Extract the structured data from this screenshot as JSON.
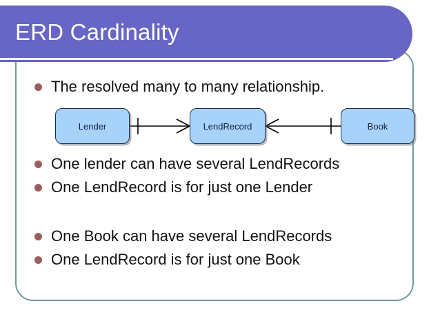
{
  "slide": {
    "title": "ERD Cardinality",
    "colors": {
      "title_bar": "#6765c6",
      "frame_border": "#6d9a9a",
      "bullet_dot": "#9a5e5e",
      "entity_fill": "#a7d3fb",
      "entity_border": "#1b2a44",
      "text": "#111111"
    },
    "bullets": [
      {
        "text": "The resolved many to many relationship."
      },
      {
        "text": "One lender can have several LendRecords"
      },
      {
        "text": "One LendRecord is for just one Lender"
      },
      {
        "text": "One Book can have several LendRecords"
      },
      {
        "text": "One LendRecord is for just one Book"
      }
    ],
    "diagram": {
      "type": "er-diagram",
      "entities": [
        {
          "label": "Lender"
        },
        {
          "label": "LendRecord"
        },
        {
          "label": "Book"
        }
      ],
      "relationships": [
        {
          "from": "Lender",
          "to": "LendRecord",
          "from_cardinality": "one",
          "to_cardinality": "many",
          "from_notation": "single-tick",
          "to_notation": "crows-foot"
        },
        {
          "from": "LendRecord",
          "to": "Book",
          "from_cardinality": "many",
          "to_cardinality": "one",
          "from_notation": "crows-foot",
          "to_notation": "single-tick"
        }
      ]
    }
  }
}
